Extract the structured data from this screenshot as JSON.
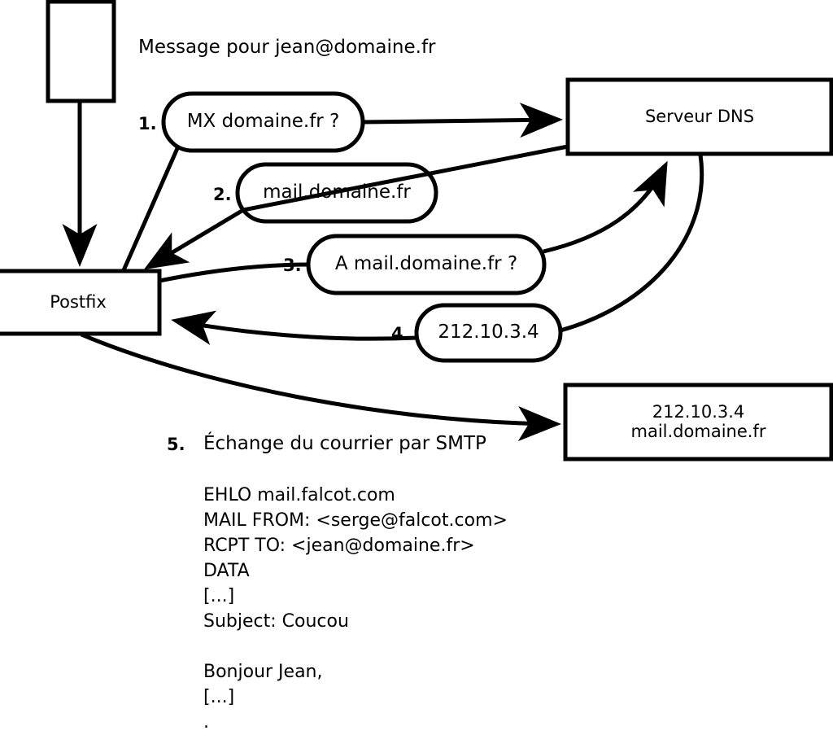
{
  "diagram": {
    "title_text": "Message pour jean@domaine.fr",
    "colors": {
      "stroke": "#000000",
      "fill": "#ffffff",
      "text": "#000000"
    },
    "nodes": {
      "mail_client": {
        "label": "",
        "shape": "rectangle"
      },
      "postfix": {
        "label": "Postfix",
        "shape": "rectangle"
      },
      "dns_server": {
        "label": "Serveur DNS",
        "shape": "rectangle"
      },
      "mail_server": {
        "label_line1": "212.10.3.4",
        "label_line2": "mail.domaine.fr",
        "shape": "rectangle"
      }
    },
    "steps": [
      {
        "number": "1.",
        "label": "MX domaine.fr ?"
      },
      {
        "number": "2.",
        "label": "mail.domaine.fr"
      },
      {
        "number": "3.",
        "label": "A mail.domaine.fr ?"
      },
      {
        "number": "4.",
        "label": "212.10.3.4"
      }
    ],
    "step5": {
      "number": "5.",
      "label": "Échange du courrier par SMTP"
    },
    "smtp_transcript": [
      "EHLO mail.falcot.com",
      "MAIL FROM: <serge@falcot.com>",
      "RCPT TO: <jean@domaine.fr>",
      "DATA",
      "[...]",
      "Subject: Coucou",
      "",
      "Bonjour Jean,",
      "[...]",
      "."
    ]
  }
}
